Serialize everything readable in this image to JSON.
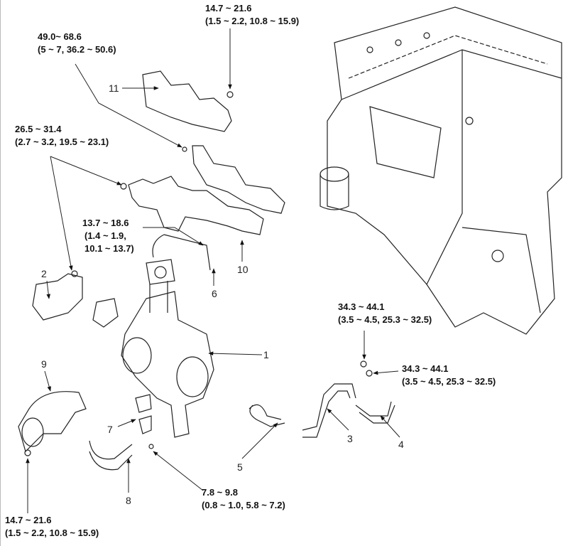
{
  "torques": {
    "bolt_top": {
      "l1": "14.7 ~ 21.6",
      "l2": "(1.5 ~ 2.2, 10.8 ~ 15.9)"
    },
    "nut_manifold_stud": {
      "l1": "49.0~ 68.6",
      "l2": "(5 ~ 7, 36.2 ~ 50.6)"
    },
    "nut_manifold": {
      "l1": "26.5 ~ 31.4",
      "l2": "(2.7 ~ 3.2, 19.5 ~ 23.1)"
    },
    "oil_feed": {
      "l1": "13.7 ~ 18.6",
      "l2": "(1.4 ~ 1.9,",
      "l3": "10.1 ~ 13.7)"
    },
    "water_bolt_a": {
      "l1": "34.3 ~ 44.1",
      "l2": "(3.5 ~ 4.5, 25.3 ~ 32.5)"
    },
    "water_bolt_b": {
      "l1": "34.3 ~ 44.1",
      "l2": "(3.5 ~ 4.5, 25.3 ~ 32.5)"
    },
    "oil_return": {
      "l1": "7.8 ~ 9.8",
      "l2": "(0.8 ~ 1.0, 5.8 ~ 7.2)"
    },
    "bolt_heatshield": {
      "l1": "14.7 ~ 21.6",
      "l2": "(1.5 ~ 2.2, 10.8 ~ 15.9)"
    }
  },
  "callouts": [
    "1",
    "2",
    "3",
    "4",
    "5",
    "6",
    "7",
    "8",
    "9",
    "10",
    "11"
  ],
  "colors": {
    "line": "#222222",
    "background": "#ffffff"
  }
}
